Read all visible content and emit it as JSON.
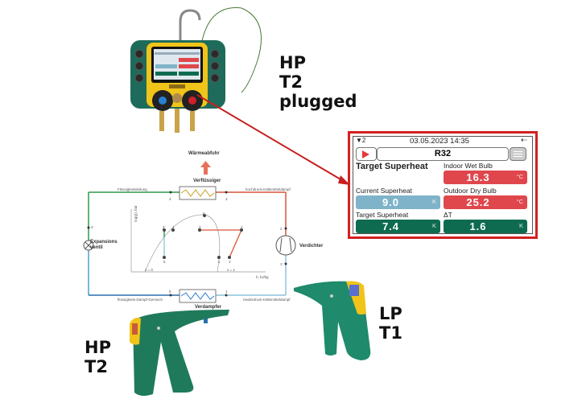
{
  "labels": {
    "hp_t2_plugged": [
      "HP",
      "T2",
      "plugged"
    ],
    "hp_t2": [
      "HP",
      "T2"
    ],
    "lp_t1": [
      "LP",
      "T1"
    ]
  },
  "diagram": {
    "heat_out": "Wärmeabfuhr",
    "condenser": "Verflüssiger",
    "evaporator": "Verdampfer",
    "expansion_valve": [
      "Expansions",
      "ventil"
    ],
    "compressor": "Verdichter",
    "liquid_line": "Flüssigkeitsleitung",
    "hot_gas": "hochdruck-Kältemitteldampf",
    "two_phase": "flüssigkeits-Dampf-Gemisch",
    "suction_gas": "niederdruck-Kältemitteldampf",
    "points": {
      "p4": "4",
      "p3": "3",
      "p2": "2",
      "p4p": "4'",
      "p1p": "1'",
      "p5": "5",
      "p1": "1"
    },
    "ph_chart": {
      "ylabel": "log(p), bar",
      "xlabel": "h, kJ/kg",
      "x0": "x = 0",
      "x1": "x = 1",
      "K": "K",
      "pts": [
        "4'",
        "4",
        "3",
        "2",
        "5",
        "1",
        "1'"
      ]
    }
  },
  "screen": {
    "signal": "2",
    "datetime": "03.05.2023  14:35",
    "refrigerant": "R32",
    "mode_title": "Target Superheat",
    "tiles": [
      {
        "label": "Indoor Wet Bulb",
        "value": "16.3",
        "unit": "°C",
        "color": "#e0474c"
      },
      {
        "label": "Current Superheat",
        "value": "9.0",
        "unit": "K",
        "color": "#7fb3c9"
      },
      {
        "label": "Outdoor Dry Bulb",
        "value": "25.2",
        "unit": "°C",
        "color": "#e0474c"
      },
      {
        "label": "Target Superheat",
        "value": "7.4",
        "unit": "K",
        "color": "#0f6b4f"
      },
      {
        "label": "ΔT",
        "value": "1.6",
        "unit": "K",
        "color": "#0f6b4f"
      }
    ]
  },
  "colors": {
    "accent_red": "#d42020",
    "green": "#2e9a4a",
    "blue": "#4a9fcf",
    "red": "#d9533a"
  }
}
